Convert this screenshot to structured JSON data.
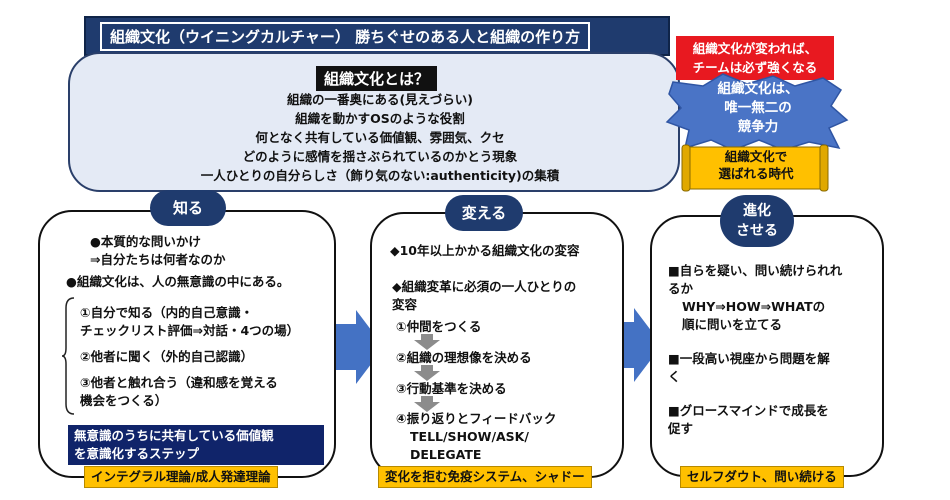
{
  "title": "組織文化（ウイニングカルチャー） 勝ちぐせのある人と組織の作り方",
  "definition": {
    "heading": "組織文化とは？",
    "lines": [
      "組織の一番奥にある(見えづらい)",
      "組織を動かすOSのような役割",
      "何となく共有している価値観、雰囲気、クセ",
      "どのように感情を揺さぶられているのかとう現象",
      "一人ひとりの自分らしさ（飾り気のない:authenticity)の集積"
    ]
  },
  "side": {
    "red_line1": "組織文化が変われば、",
    "red_line2": "チームは必ず強くなる",
    "star_lines": [
      "組織文化は、",
      "唯一無二の",
      "競争力"
    ],
    "scroll_lines": [
      "組織文化で",
      "選ばれる時代"
    ]
  },
  "know": {
    "label": "知る",
    "bullet1a": "●本質的な問いかけ",
    "bullet1b": "⇒自分たちは何者なのか",
    "bullet2": "●組織文化は、人の無意識の中にある。",
    "item1a": "①自分で知る（内的自己意識・",
    "item1b": "チェックリスト評価⇒対話・4つの場）",
    "item2": "②他者に聞く（外的自己認識）",
    "item3a": "③他者と触れ合う（違和感を覚える",
    "item3b": "機会をつくる）",
    "note1": "無意識のうちに共有している価値観",
    "note2": "を意識化するステップ",
    "footer": "インテグラル理論/成人発達理論"
  },
  "change": {
    "label": "変える",
    "line1": "◆10年以上かかる組織文化の変容",
    "line2a": "◆組織変革に必須の一人ひとりの",
    "line2b": "変容",
    "step1": "①仲間をつくる",
    "step2": "②組織の理想像を決める",
    "step3": "③行動基準を決める",
    "step4": "④振り返りとフィードバック",
    "step4b": "TELL/SHOW/ASK/",
    "step4c": "DELEGATE",
    "footer": "変化を拒む免疫システム、シャドー"
  },
  "evolve": {
    "label1": "進化",
    "label2": "させる",
    "p1a": "■自らを疑い、問い続けられれ",
    "p1b": "るか",
    "p1c": "WHY⇒HOW⇒WHATの",
    "p1d": "順に問いを立てる",
    "p2a": "■一段高い視座から問題を解",
    "p2b": "く",
    "p3a": "■グロースマインドで成長を",
    "p3b": "促す",
    "footer": "セルフダウト、問い続ける"
  },
  "colors": {
    "navy": "#1f3b6e",
    "red": "#e81920",
    "yellow": "#ffc000",
    "blue": "#4472c4",
    "light": "#e4eaf5"
  }
}
